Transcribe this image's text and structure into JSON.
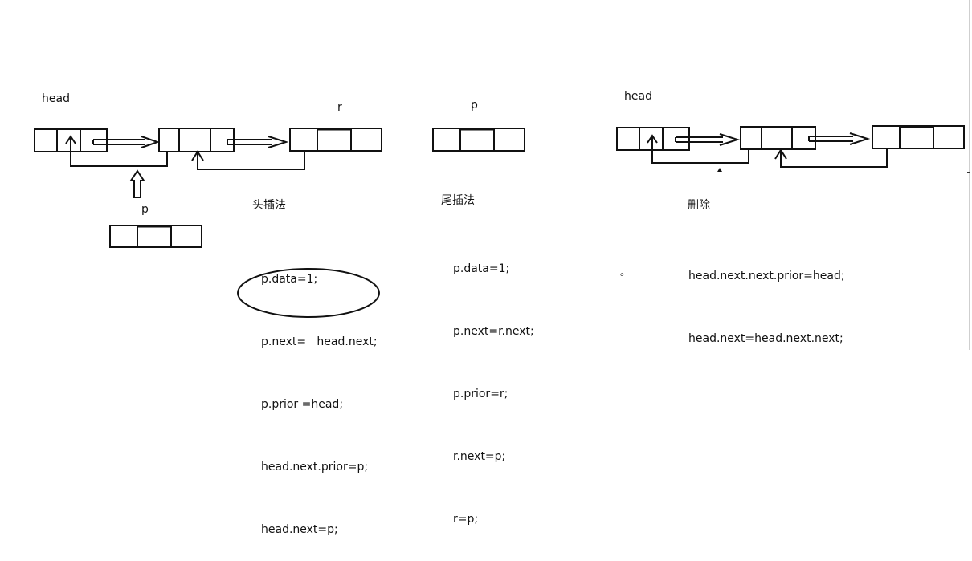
{
  "labels": {
    "head1": "head",
    "r1": "r",
    "p_insert": "p",
    "p_tail": "p",
    "head2": "head",
    "dot": "。"
  },
  "sections": {
    "head_insert_title": "头插法",
    "tail_insert_title": "尾插法",
    "delete_title": "删除"
  },
  "code": {
    "head_insert": [
      "p.data=1;",
      "p.next=   head.next;",
      "p.prior =head;",
      "head.next.prior=p;",
      "head.next=p;"
    ],
    "tail_insert": [
      "p.data=1;",
      "p.next=r.next;",
      "p.prior=r;",
      "r.next=p;",
      "r=p;"
    ],
    "delete": [
      "head.next.next.prior=head;",
      "head.next=head.next.next;"
    ]
  },
  "colors": {
    "stroke": "#111111",
    "background": "#ffffff"
  }
}
